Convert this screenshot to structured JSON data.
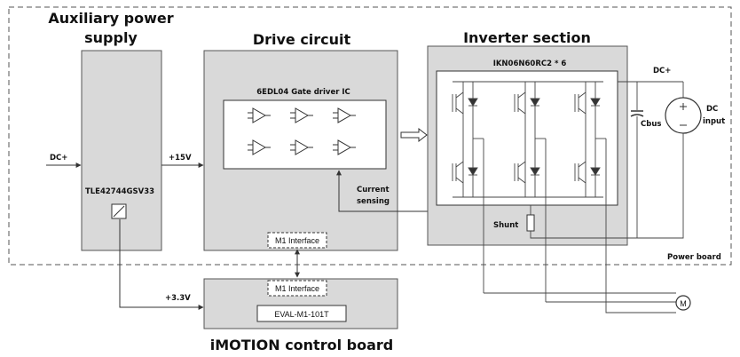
{
  "blocks": {
    "aux_title": [
      "Auxiliary power",
      "supply"
    ],
    "aux_ic": "TLE42744GSV33",
    "drive_title": "Drive circuit",
    "gate_driver": "6EDL04 Gate driver IC",
    "m1_interface_top": "M1 Interface",
    "inverter_title": "Inverter section",
    "igbt_part": "IKN06N60RC2 * 6",
    "control_title": "iMOTION control board",
    "m1_interface_bottom": "M1 Interface",
    "eval_board": "EVAL-M1-101T"
  },
  "labels": {
    "dc_plus_left": "DC+",
    "plus_15v": "+15V",
    "plus_3v3": "+3.3V",
    "current_sensing": [
      "Current",
      "sensing"
    ],
    "shunt": "Shunt",
    "cbus": "Cbus",
    "dc_plus_right": "DC+",
    "dc_input": [
      "DC",
      "input"
    ],
    "power_board": "Power board",
    "motor": "M"
  }
}
